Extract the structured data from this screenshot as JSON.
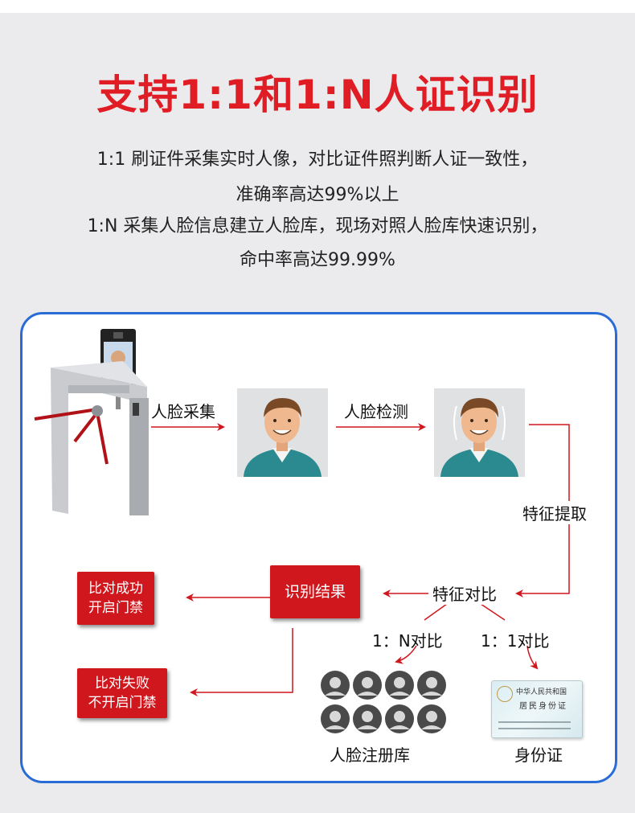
{
  "title": "支持1:1和1:N人证识别",
  "description": {
    "line1": "1:1 刷证件采集实时人像，对比证件照判断人证一致性，",
    "line2": "准确率高达99%以上",
    "line3": "1:N 采集人脸信息建立人脸库，现场对照人脸库快速识别，",
    "line4": "命中率高达99.99%"
  },
  "flow": {
    "face_capture": "人脸采集",
    "face_detect": "人脸检测",
    "feature_extract": "特征提取",
    "feature_compare": "特征对比",
    "result": "识别结果",
    "success_line1": "比对成功",
    "success_line2": "开启门禁",
    "fail_line1": "比对失败",
    "fail_line2": "不开启门禁",
    "one_to_n": "1：N对比",
    "one_to_one": "1：1对比",
    "face_library": "人脸注册库",
    "id_card": "身份证"
  },
  "id_card_text": {
    "line1": "中华人民共和国",
    "line2": "居民身份证"
  },
  "colors": {
    "title_red": "#e01c24",
    "panel_border": "#2a6cd6",
    "arrow_red": "#d0171d",
    "box_red": "#d0171d"
  }
}
